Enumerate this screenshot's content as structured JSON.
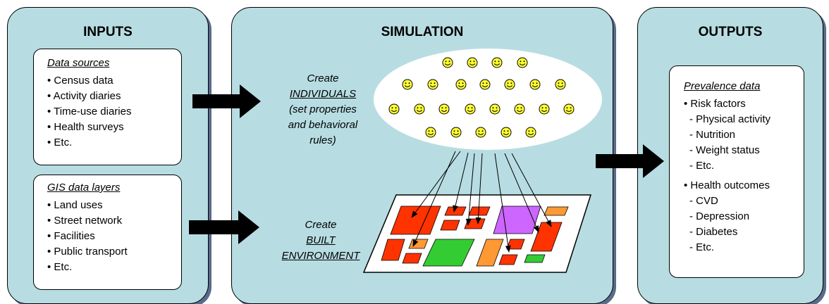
{
  "inputs": {
    "title": "INPUTS",
    "data_sources": {
      "heading": "Data sources",
      "items": [
        "• Census data",
        "• Activity diaries",
        "• Time-use diaries",
        "• Health surveys",
        "• Etc."
      ]
    },
    "gis_layers": {
      "heading": "GIS data layers",
      "items": [
        "• Land uses",
        "• Street network",
        "• Facilities",
        "• Public transport",
        "• Etc."
      ]
    }
  },
  "simulation": {
    "title": "SIMULATION",
    "individuals_label": {
      "line1": "Create",
      "line2": "INDIVIDUALS",
      "line3": "(set properties",
      "line4": "and behavioral",
      "line5": "rules)"
    },
    "environment_label": {
      "line1": "Create",
      "line2": "BUILT",
      "line3": "ENVIRONMENT"
    }
  },
  "outputs": {
    "title": "OUTPUTS",
    "prevalence": {
      "heading": "Prevalence data",
      "risk_title": "• Risk factors",
      "risk_items": [
        "- Physical activity",
        "- Nutrition",
        "- Weight status",
        "- Etc."
      ],
      "health_title": "• Health outcomes",
      "health_items": [
        "- CVD",
        "- Depression",
        "- Diabetes",
        "- Etc."
      ]
    }
  },
  "colors": {
    "panel": "#b7dde2",
    "red_block": "#ff3300",
    "orange_block": "#ff9933",
    "green_block": "#33cc33",
    "purple_block": "#cc66ff",
    "smiley": "#ffff33"
  }
}
